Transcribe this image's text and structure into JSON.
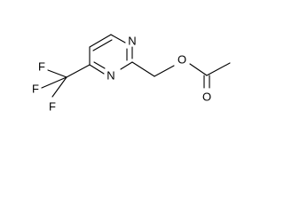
{
  "structure": {
    "atoms": {
      "ring_n1": "N",
      "ring_n3": "N",
      "ester_o": "O",
      "carbonyl_o": "O",
      "f_top": "F",
      "f_left": "F",
      "f_bottom": "F"
    }
  }
}
